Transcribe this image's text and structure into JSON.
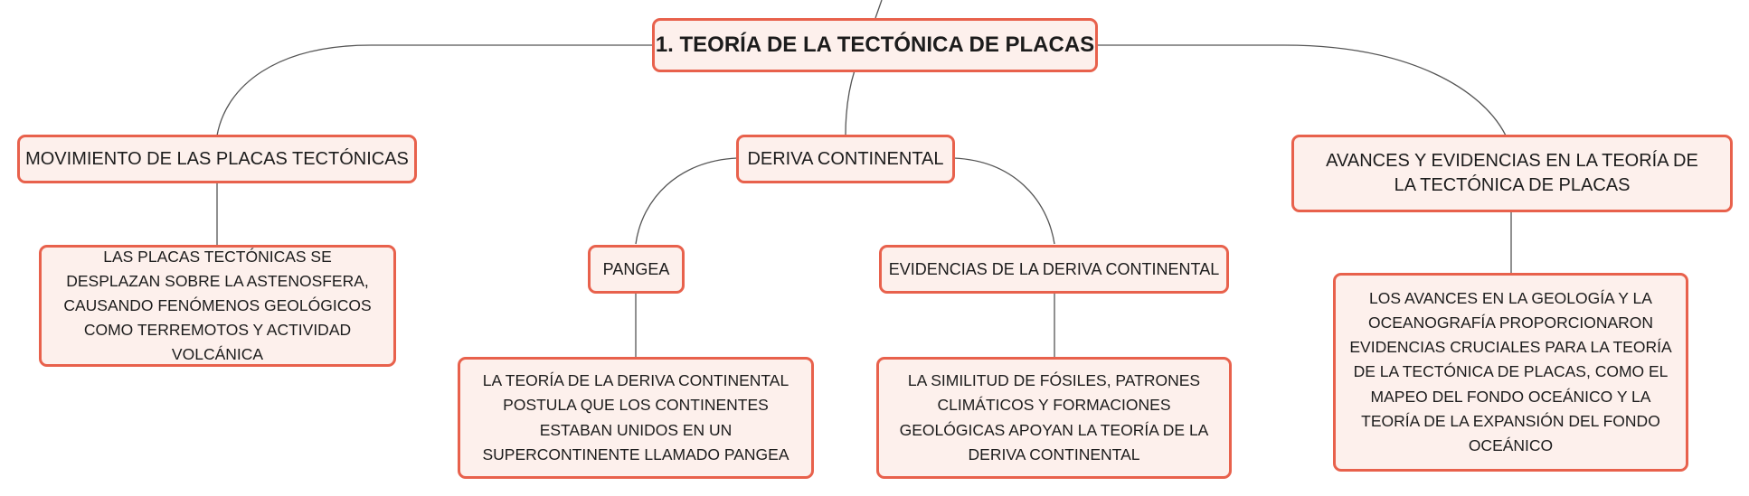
{
  "colors": {
    "node_border": "#e8614c",
    "node_fill": "#fdf0ec",
    "connector": "#555555"
  },
  "root": {
    "label": "1. TEORÍA DE LA TECTÓNICA DE PLACAS"
  },
  "branches": [
    {
      "label": "MOVIMIENTO DE LAS PLACAS TECTÓNICAS",
      "detail": "LAS PLACAS TECTÓNICAS SE DESPLAZAN SOBRE LA ASTENOSFERA, CAUSANDO FENÓMENOS GEOLÓGICOS COMO TERREMOTOS Y ACTIVIDAD VOLCÁNICA"
    },
    {
      "label": "DERIVA CONTINENTAL",
      "children": [
        {
          "label": "PANGEA",
          "detail": "LA TEORÍA DE LA DERIVA CONTINENTAL POSTULA QUE LOS CONTINENTES ESTABAN UNIDOS EN UN SUPERCONTINENTE LLAMADO PANGEA"
        },
        {
          "label": "EVIDENCIAS DE LA DERIVA CONTINENTAL",
          "detail": "LA SIMILITUD DE FÓSILES, PATRONES CLIMÁTICOS Y FORMACIONES GEOLÓGICAS APOYAN LA TEORÍA DE LA DERIVA CONTINENTAL"
        }
      ]
    },
    {
      "label": "AVANCES Y EVIDENCIAS EN LA TEORÍA DE LA TECTÓNICA DE PLACAS",
      "detail": "LOS AVANCES EN LA GEOLOGÍA Y LA OCEANOGRAFÍA PROPORCIONARON EVIDENCIAS CRUCIALES PARA LA TEORÍA DE LA TECTÓNICA DE PLACAS, COMO EL MAPEO DEL FONDO OCEÁNICO Y LA TEORÍA DE LA EXPANSIÓN DEL FONDO OCEÁNICO"
    }
  ]
}
